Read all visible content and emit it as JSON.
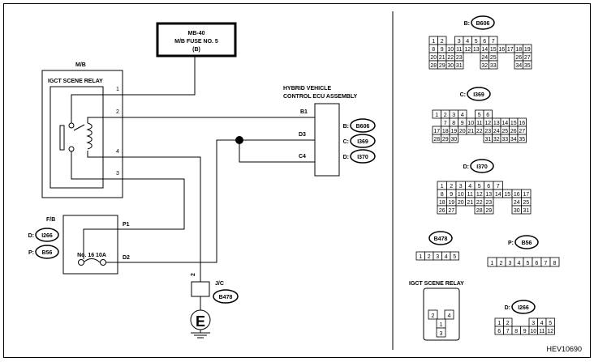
{
  "diagram_id": "HEV10690",
  "fuse_box_label": {
    "line1": "MB-40",
    "line2": "M/B FUSE NO. 5",
    "line3": "(B)"
  },
  "mb_label": "M/B",
  "relay_label": "IGCT SCENE RELAY",
  "relay_pins": [
    "1",
    "2",
    "4",
    "3"
  ],
  "ecu_label": {
    "line1": "HYBRID VEHICLE",
    "line2": "CONTROL ECU ASSEMBLY"
  },
  "ecu_pins": [
    "B1",
    "D3",
    "C4"
  ],
  "ecu_connectors": [
    {
      "prefix": "B:",
      "id": "B606"
    },
    {
      "prefix": "C:",
      "id": "I369"
    },
    {
      "prefix": "D:",
      "id": "I370"
    }
  ],
  "fb_label": "F/B",
  "fb_connectors": [
    {
      "prefix": "D:",
      "id": "I266"
    },
    {
      "prefix": "P:",
      "id": "B56"
    }
  ],
  "fb_pins": [
    "P1",
    "D2"
  ],
  "fuse_label": "No. 16 10A",
  "jc_label": "J/C",
  "jc_pin": "2",
  "jc_connector": "B478",
  "ground_symbol": "E",
  "connector_views": {
    "b606": {
      "prefix": "B:",
      "id": "B606"
    },
    "i369": {
      "prefix": "C:",
      "id": "I369"
    },
    "i370": {
      "prefix": "D:",
      "id": "I370"
    },
    "b478": {
      "id": "B478"
    },
    "b56": {
      "prefix": "P:",
      "id": "B56"
    },
    "relay": {
      "label": "IGCT SCENE RELAY"
    },
    "i266": {
      "prefix": "D:",
      "id": "I266"
    }
  },
  "b606_rows": [
    [
      "1",
      "2",
      "",
      "3",
      "4",
      "5",
      "6",
      "7"
    ],
    [
      "8",
      "9",
      "10",
      "11",
      "12",
      "13",
      "14",
      "15",
      "16",
      "17",
      "18",
      "19"
    ],
    [
      "20",
      "21",
      "22",
      "23",
      "",
      "",
      "24",
      "25",
      "",
      "",
      "26",
      "27"
    ],
    [
      "28",
      "29",
      "30",
      "31",
      "",
      "",
      "32",
      "33",
      "",
      "",
      "34",
      "35"
    ]
  ],
  "i369_rows": [
    [
      "1",
      "2",
      "3",
      "4",
      "",
      "5",
      "6"
    ],
    [
      "",
      "7",
      "8",
      "9",
      "10",
      "11",
      "12",
      "13",
      "14",
      "15",
      "16"
    ],
    [
      "17",
      "18",
      "19",
      "20",
      "21",
      "22",
      "23",
      "24",
      "25",
      "26",
      "27"
    ],
    [
      "28",
      "29",
      "30",
      "",
      "",
      "",
      "31",
      "32",
      "33",
      "34",
      "35"
    ]
  ],
  "i370_rows": [
    [
      "1",
      "2",
      "3",
      "4",
      "5",
      "6",
      "7"
    ],
    [
      "8",
      "9",
      "10",
      "11",
      "12",
      "13",
      "14",
      "15",
      "16",
      "17"
    ],
    [
      "18",
      "19",
      "20",
      "21",
      "22",
      "23",
      "",
      "",
      "24",
      "25"
    ],
    [
      "26",
      "27",
      "",
      "",
      "28",
      "29",
      "",
      "",
      "30",
      "31"
    ]
  ],
  "b478_pins": [
    "1",
    "2",
    "3",
    "4",
    "5"
  ],
  "b56_pins": [
    "1",
    "2",
    "3",
    "4",
    "5",
    "6",
    "7",
    "8"
  ],
  "relay_view_pins": [
    "2",
    "4",
    "1",
    "3"
  ],
  "i266_rows": [
    [
      "1",
      "2",
      "",
      "",
      "3",
      "4",
      "5"
    ],
    [
      "6",
      "7",
      "8",
      "9",
      "10",
      "11",
      "12"
    ]
  ]
}
